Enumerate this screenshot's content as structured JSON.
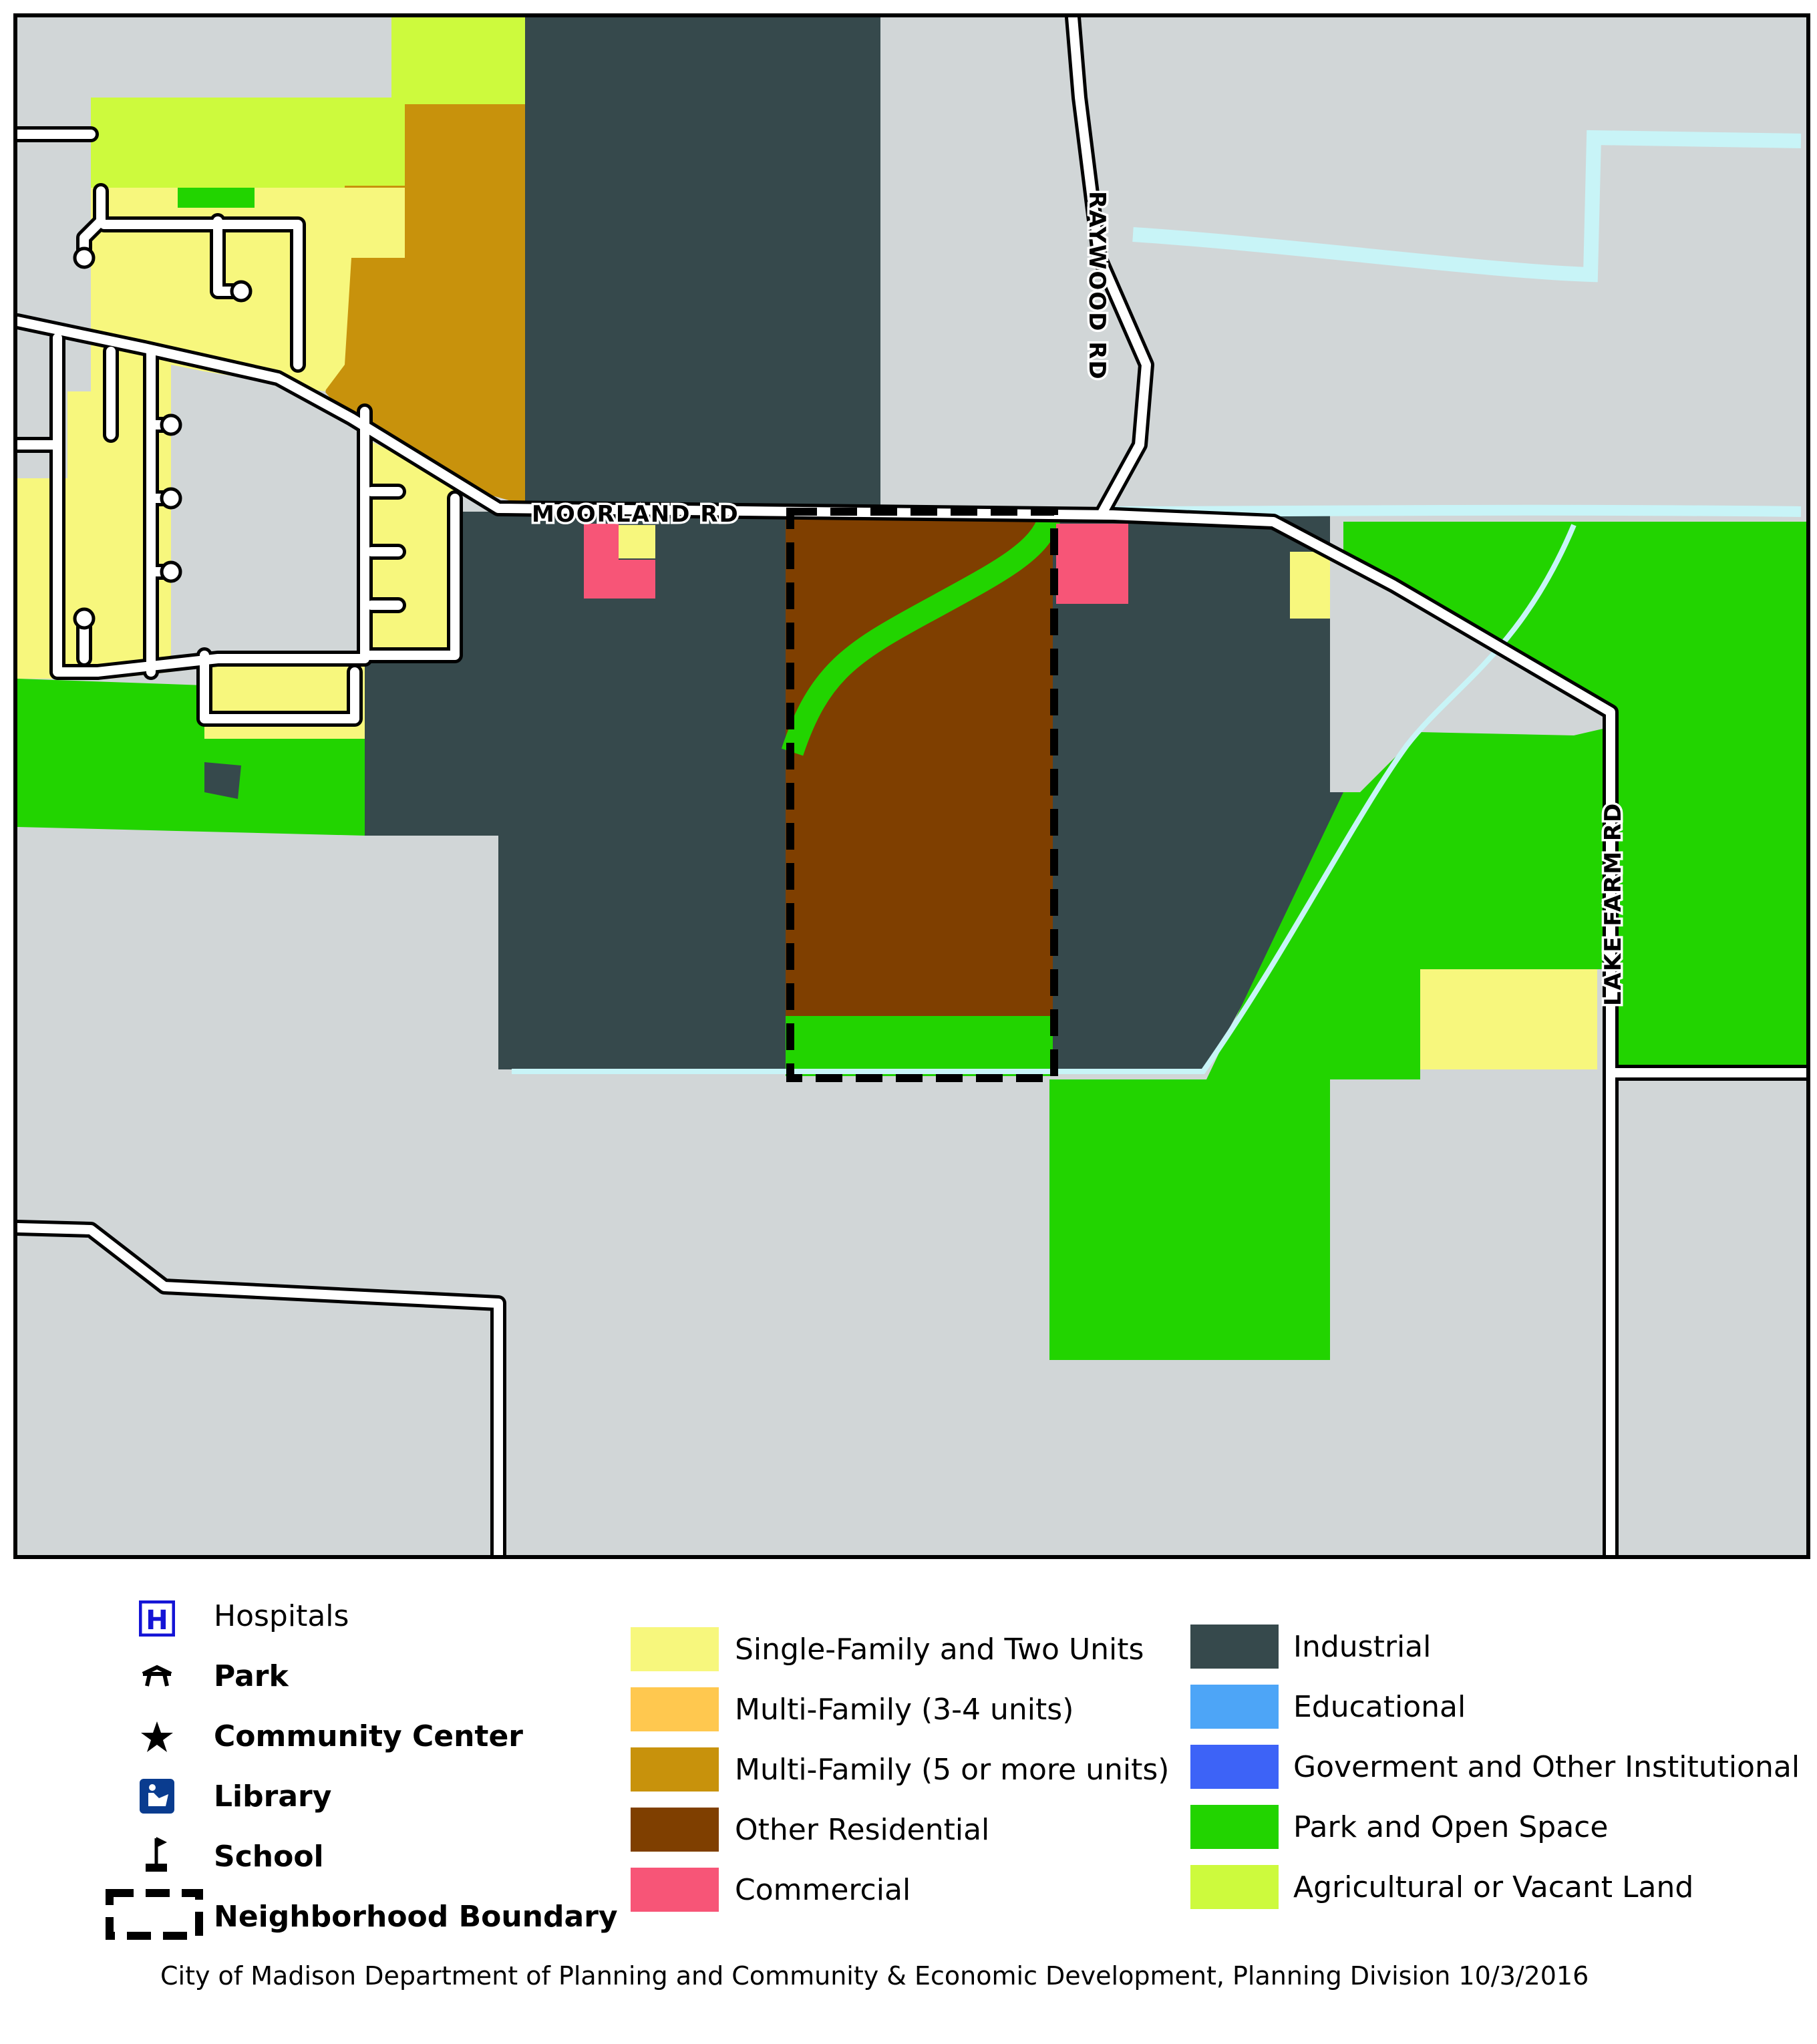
{
  "map": {
    "roads": {
      "moorland": "MOORLAND RD",
      "raywood": "RAYWOOD RD",
      "lake_farm": "LAKE FARM RD"
    }
  },
  "colors": {
    "background": "#d1d6d7",
    "single_family": "#f7f77d",
    "multi_family_3_4": "#ffc84f",
    "multi_family_5": "#c8920c",
    "other_residential": "#7f3f00",
    "commercial": "#f75577",
    "industrial": "#36494c",
    "educational": "#4da5f7",
    "government": "#3d63f7",
    "park": "#22d400",
    "agricultural": "#cdfa3d",
    "water": "#c8f4f7",
    "road": "#ffffff"
  },
  "legend": {
    "symbols": [
      {
        "icon": "hospital-icon",
        "label": "Hospitals"
      },
      {
        "icon": "park-icon",
        "label": "Park"
      },
      {
        "icon": "star-icon",
        "label": "Community Center"
      },
      {
        "icon": "library-icon",
        "label": "Library"
      },
      {
        "icon": "school-flag-icon",
        "label": "School"
      },
      {
        "icon": "neighborhood-boundary-icon",
        "label": "Neighborhood Boundary"
      }
    ],
    "land_use_left": [
      {
        "label": "Single-Family and Two Units",
        "color": "#f7f77d"
      },
      {
        "label": "Multi-Family (3-4 units)",
        "color": "#ffc84f"
      },
      {
        "label": "Multi-Family (5 or more units)",
        "color": "#c8920c"
      },
      {
        "label": "Other Residential",
        "color": "#7f3f00"
      },
      {
        "label": "Commercial",
        "color": "#f75577"
      }
    ],
    "land_use_right": [
      {
        "label": "Industrial",
        "color": "#36494c"
      },
      {
        "label": "Educational",
        "color": "#4da5f7"
      },
      {
        "label": "Goverment and Other Institutional",
        "color": "#3d63f7"
      },
      {
        "label": "Park and Open Space",
        "color": "#22d400"
      },
      {
        "label": "Agricultural or Vacant Land",
        "color": "#cdfa3d"
      }
    ]
  },
  "credit": "City of Madison Department of Planning and Community & Economic Development, Planning Division  10/3/2016"
}
